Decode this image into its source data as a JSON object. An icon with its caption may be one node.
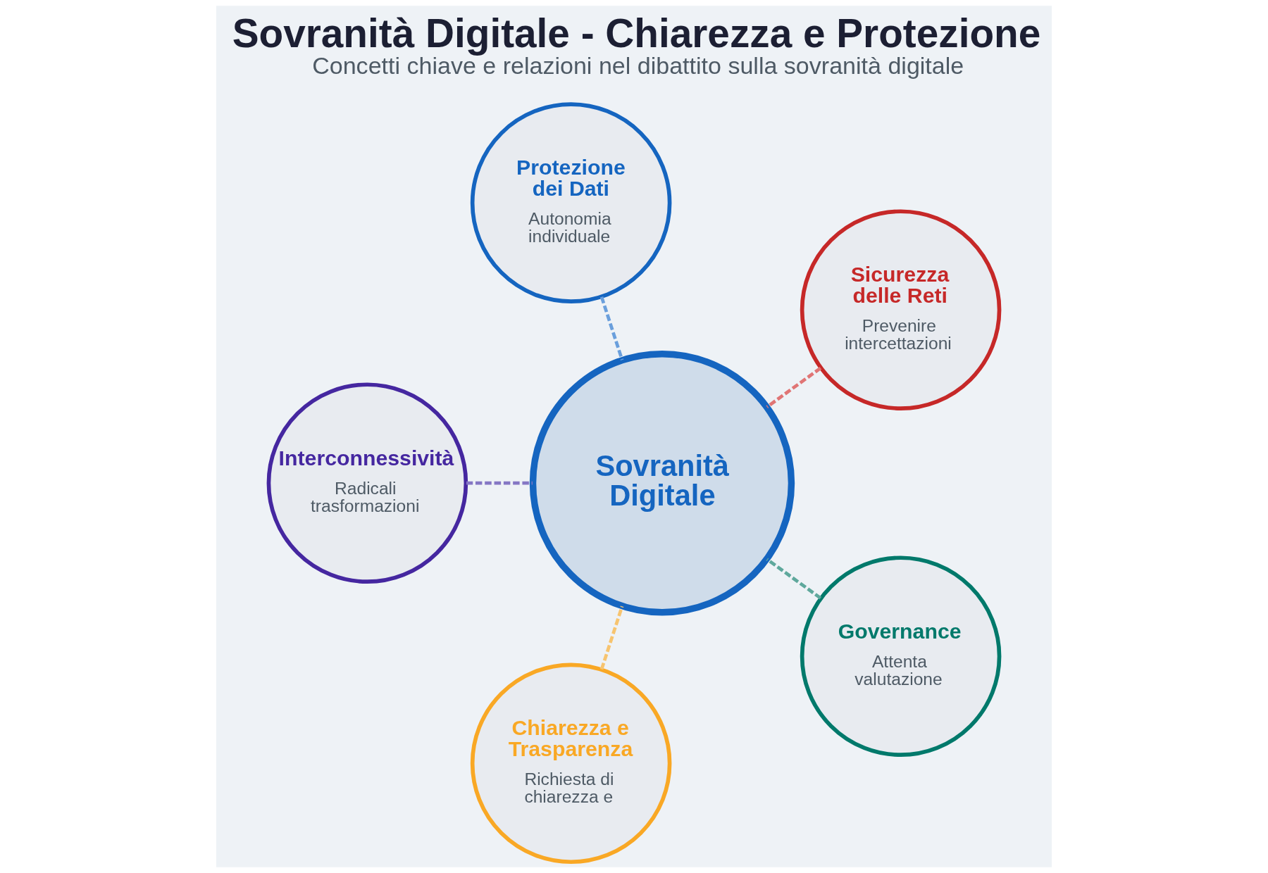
{
  "diagram": {
    "title": "Sovranità Digitale - Chiarezza e Protezione",
    "caption": "Concetti chiave e relazioni nel dibattito sulla sovranità digitale",
    "nodes": [
      {
        "text": [
          "Protezione dei Dati",
          "Autonomia individuale"
        ]
      },
      {
        "text": [
          "Interconnessività",
          "Radicali trasformazioni"
        ]
      },
      {
        "text": [
          "Sicurezza delle Reti",
          "Prevenire intercettazioni"
        ]
      },
      {
        "text": [
          "Sovranità Digitale"
        ]
      },
      {
        "text": [
          "Chiarezza e Trasparenza",
          "Richiesta di chiarezza e"
        ]
      },
      {
        "text": [
          "Governance",
          "Attenta valutazione"
        ]
      }
    ],
    "edges": [
      {
        "from": 0,
        "to": 3,
        "arrow": "none",
        "style": "dashed",
        "color": "#6a9fdc"
      },
      {
        "from": 1,
        "to": 3,
        "arrow": "none",
        "style": "dashed",
        "color": "#8577c4"
      },
      {
        "from": 2,
        "to": 3,
        "arrow": "none",
        "style": "dashed",
        "color": "#e07575"
      },
      {
        "from": 4,
        "to": 3,
        "arrow": "none",
        "style": "dashed",
        "color": "#f7c46f"
      },
      {
        "from": 5,
        "to": 3,
        "arrow": "none",
        "style": "dashed",
        "color": "#5ea89c"
      }
    ]
  }
}
